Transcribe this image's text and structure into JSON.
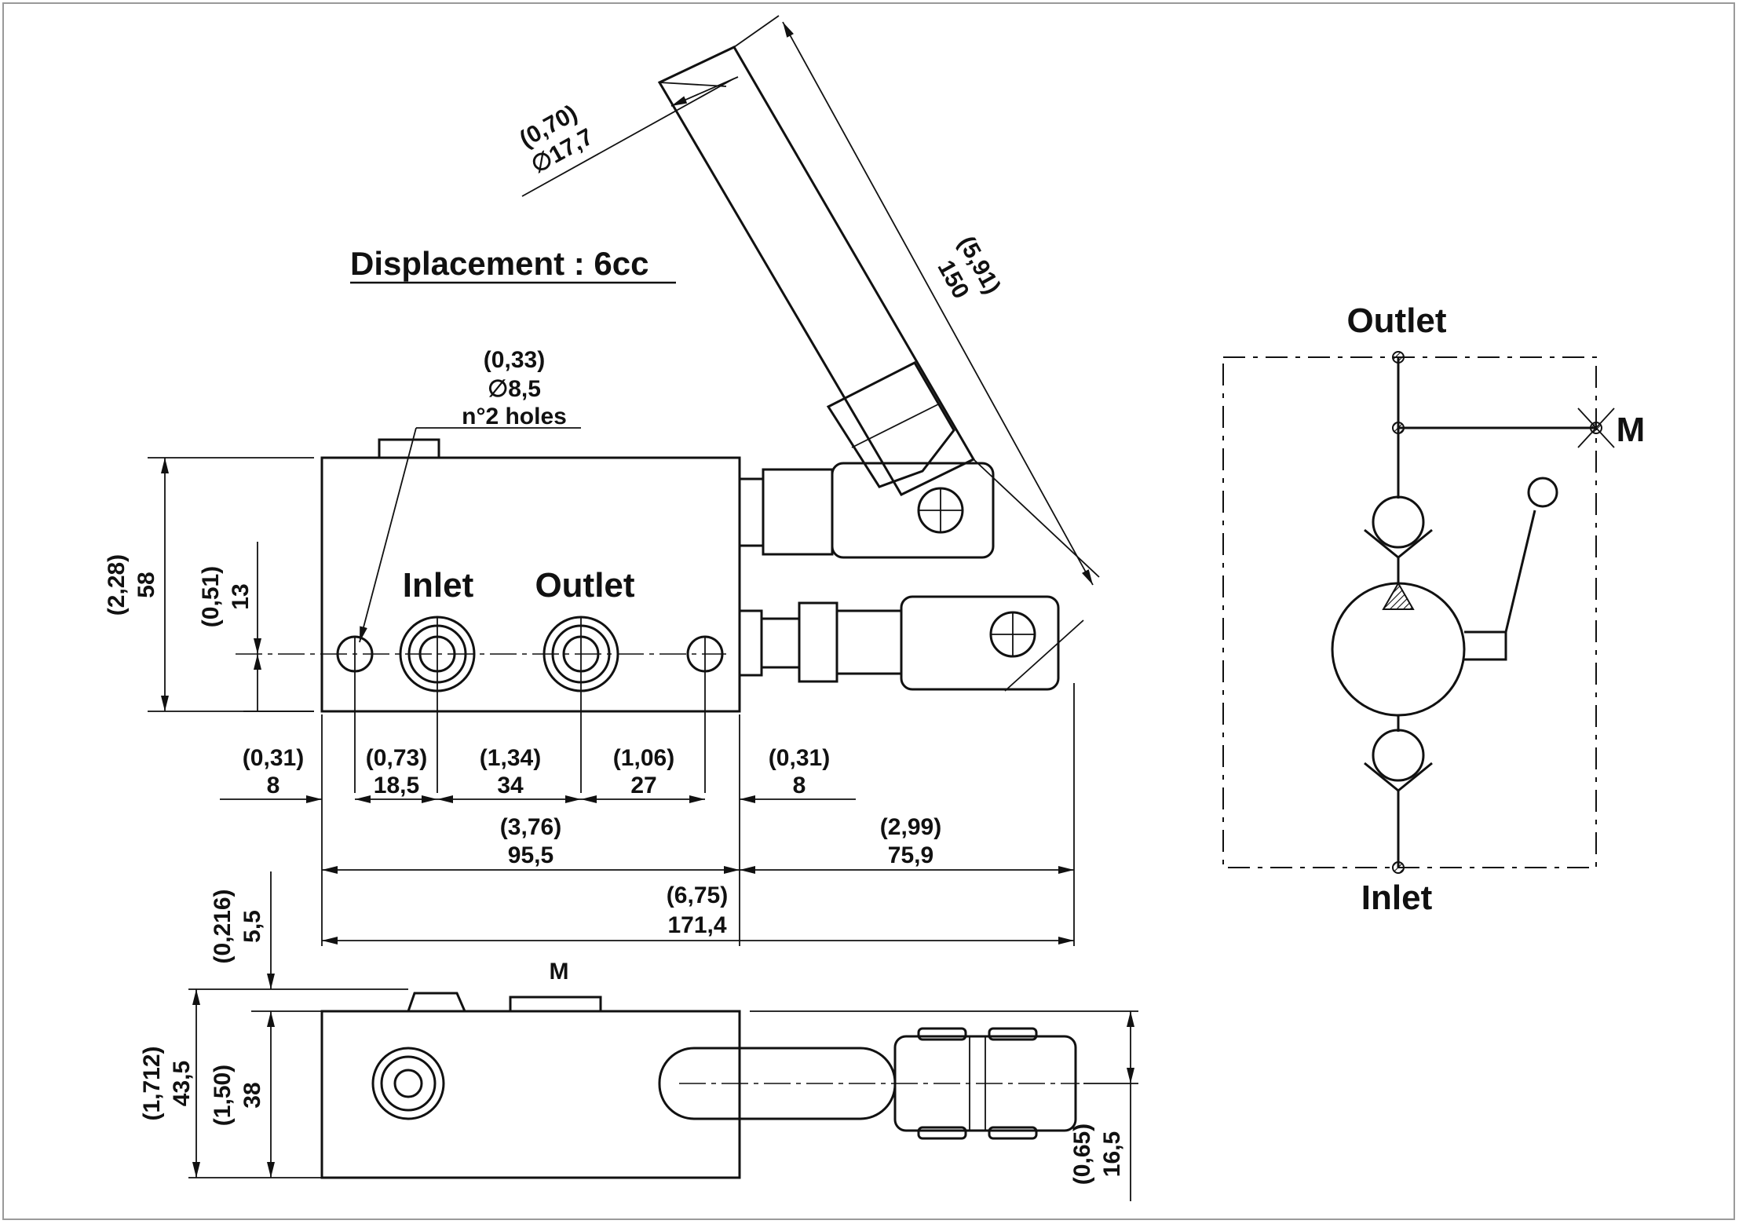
{
  "title": "Displacement : 6cc",
  "holes_note": {
    "inch": "0,33",
    "dia": "∅8,5",
    "qty": "n°2 holes"
  },
  "handle_dia": {
    "inch": "0,70",
    "dia": "∅17,7"
  },
  "handle_len": {
    "inch": "5,91",
    "mm": "150"
  },
  "port_labels": {
    "inlet": "Inlet",
    "outlet": "Outlet",
    "m": "M"
  },
  "height_total": {
    "inch": "2,28",
    "mm": "58"
  },
  "height_axis": {
    "inch": "0,51",
    "mm": "13"
  },
  "row1": [
    {
      "inch": "0,31",
      "mm": "8"
    },
    {
      "inch": "0,73",
      "mm": "18,5"
    },
    {
      "inch": "1,34",
      "mm": "34"
    },
    {
      "inch": "1,06",
      "mm": "27"
    },
    {
      "inch": "0,31",
      "mm": "8"
    }
  ],
  "width_body": {
    "inch": "3,76",
    "mm": "95,5"
  },
  "width_ext": {
    "inch": "2,99",
    "mm": "75,9"
  },
  "width_total": {
    "inch": "6,75",
    "mm": "171,4"
  },
  "side_top": {
    "inch": "0,216",
    "mm": "5,5"
  },
  "side_total": {
    "inch": "1,712",
    "mm": "43,5"
  },
  "side_body": {
    "inch": "1,50",
    "mm": "38"
  },
  "side_right": {
    "inch": "0,65",
    "mm": "16,5"
  },
  "schematic": {
    "outlet": "Outlet",
    "inlet": "Inlet",
    "m": "M"
  }
}
